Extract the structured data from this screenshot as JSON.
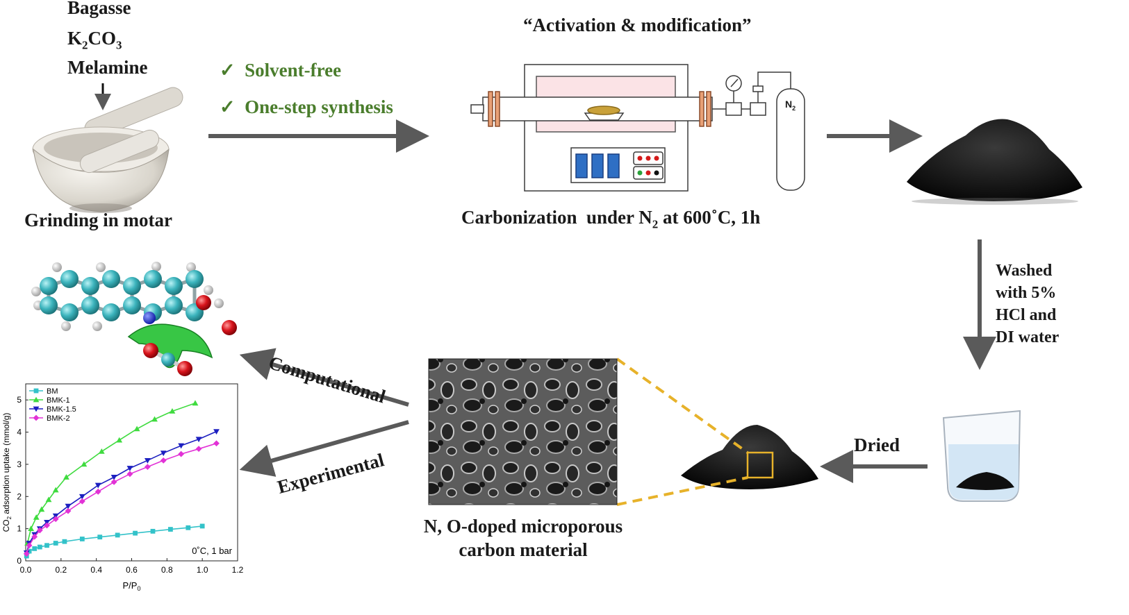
{
  "inputs": {
    "reagent_1": "Bagasse",
    "reagent_2_parts": [
      "K",
      "2",
      "CO",
      "3"
    ],
    "reagent_3": "Melamine"
  },
  "steps": {
    "grinding": "Grinding in motar",
    "check_1": "Solvent-free",
    "check_2": "One-step synthesis",
    "activation": "“Activation & modification”",
    "n2_tank_parts": [
      "N",
      "2"
    ],
    "carbonization_parts": [
      "Carbonization  under N",
      "2",
      " at 600˚C, 1h"
    ],
    "washed_lines": [
      "Washed",
      "with 5%",
      "HCl and",
      "DI water"
    ],
    "dried": "Dried",
    "product_lines": [
      "N, O-doped microporous",
      "carbon material"
    ],
    "computational": "Computational",
    "experimental": "Experimental"
  },
  "colors": {
    "arrow": "#5a5a5a",
    "check_green": "#4a7d2c",
    "dash_yellow": "#e7b22a",
    "carbon_atom": "#3cb4bd",
    "oxygen_atom": "#d8141c",
    "nitrogen_atom": "#1a2bd6",
    "isosurface": "#2ec43c"
  },
  "chart_data": {
    "type": "line",
    "xlabel_parts": [
      "P/P",
      "0"
    ],
    "ylabel_parts": [
      "CO",
      "2",
      " adsorption uptake (mmol/g)"
    ],
    "xlim": [
      0.0,
      1.2
    ],
    "ylim": [
      0,
      5.5
    ],
    "xticks": [
      "0.0",
      "0.2",
      "0.4",
      "0.6",
      "0.8",
      "1.0",
      "1.2"
    ],
    "yticks": [
      "0",
      "1",
      "2",
      "3",
      "4",
      "5"
    ],
    "annotation": "0˚C, 1 bar",
    "legend": "top-left",
    "series": [
      {
        "name": "BM",
        "color": "#33c2c9",
        "marker": "square",
        "x": [
          0.005,
          0.02,
          0.05,
          0.08,
          0.12,
          0.17,
          0.22,
          0.32,
          0.42,
          0.52,
          0.62,
          0.72,
          0.82,
          0.92,
          1.0
        ],
        "y": [
          0.15,
          0.3,
          0.38,
          0.43,
          0.48,
          0.55,
          0.6,
          0.68,
          0.74,
          0.8,
          0.86,
          0.92,
          0.98,
          1.03,
          1.08
        ]
      },
      {
        "name": "BMK-1",
        "color": "#3fdb3f",
        "marker": "triangle-up",
        "x": [
          0.01,
          0.03,
          0.06,
          0.09,
          0.13,
          0.17,
          0.23,
          0.33,
          0.43,
          0.53,
          0.63,
          0.73,
          0.83,
          0.96
        ],
        "y": [
          0.55,
          1.0,
          1.35,
          1.6,
          1.9,
          2.2,
          2.6,
          3.0,
          3.4,
          3.75,
          4.1,
          4.4,
          4.65,
          4.9
        ]
      },
      {
        "name": "BMK-1.5",
        "color": "#1c1fc0",
        "marker": "triangle-down",
        "x": [
          0.005,
          0.02,
          0.05,
          0.08,
          0.12,
          0.17,
          0.24,
          0.32,
          0.41,
          0.5,
          0.59,
          0.69,
          0.78,
          0.88,
          0.98,
          1.08
        ],
        "y": [
          0.25,
          0.55,
          0.82,
          1.0,
          1.2,
          1.4,
          1.7,
          2.0,
          2.35,
          2.6,
          2.88,
          3.12,
          3.35,
          3.58,
          3.78,
          4.02
        ]
      },
      {
        "name": "BMK-2",
        "color": "#e232d6",
        "marker": "diamond",
        "x": [
          0.005,
          0.02,
          0.05,
          0.08,
          0.12,
          0.17,
          0.24,
          0.32,
          0.41,
          0.5,
          0.59,
          0.69,
          0.78,
          0.88,
          0.98,
          1.08
        ],
        "y": [
          0.22,
          0.48,
          0.75,
          0.95,
          1.1,
          1.3,
          1.55,
          1.85,
          2.15,
          2.45,
          2.7,
          2.92,
          3.12,
          3.32,
          3.48,
          3.65
        ]
      }
    ]
  }
}
